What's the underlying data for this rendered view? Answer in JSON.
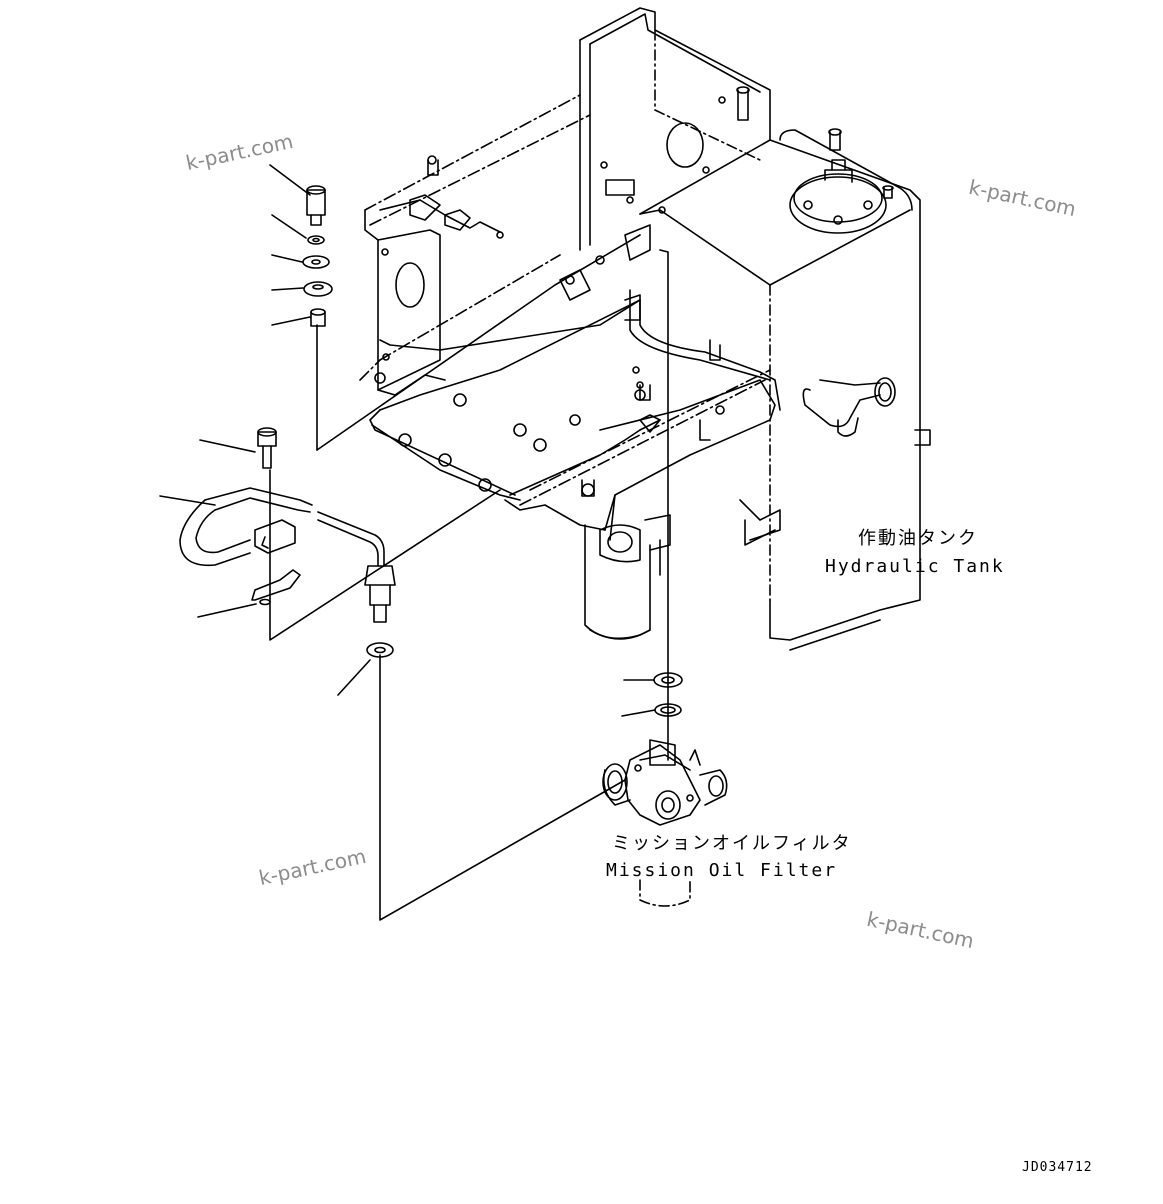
{
  "labels": {
    "hydraulic_tank_jp": "作動油タンク",
    "hydraulic_tank_en": "Hydraulic Tank",
    "mission_filter_jp": "ミッションオイルフィルタ",
    "mission_filter_en": "Mission Oil Filter"
  },
  "watermark": "k-part.com",
  "drawing_code": "JD034712",
  "colors": {
    "line": "#000000",
    "watermark": "#8c8c8c",
    "background": "#ffffff"
  }
}
